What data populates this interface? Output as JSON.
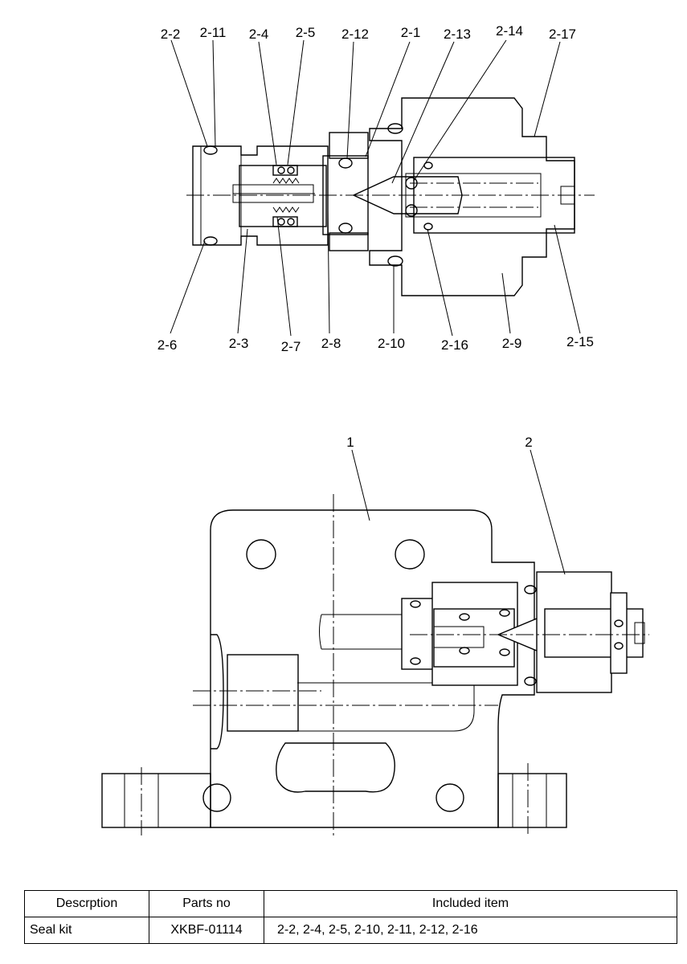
{
  "detail_callouts": {
    "top": [
      "2-2",
      "2-11",
      "2-4",
      "2-5",
      "2-12",
      "2-1",
      "2-13",
      "2-14",
      "2-17"
    ],
    "bottom": [
      "2-6",
      "2-3",
      "2-7",
      "2-8",
      "2-10",
      "2-16",
      "2-9",
      "2-15"
    ]
  },
  "assembly_callouts": [
    "1",
    "2"
  ],
  "table": {
    "headers": [
      "Descrption",
      "Parts no",
      "Included item"
    ],
    "rows": [
      {
        "description": "Seal kit",
        "parts_no": "XKBF-01114",
        "included_item": "2-2, 2-4, 2-5, 2-10, 2-11, 2-12, 2-16"
      }
    ]
  }
}
